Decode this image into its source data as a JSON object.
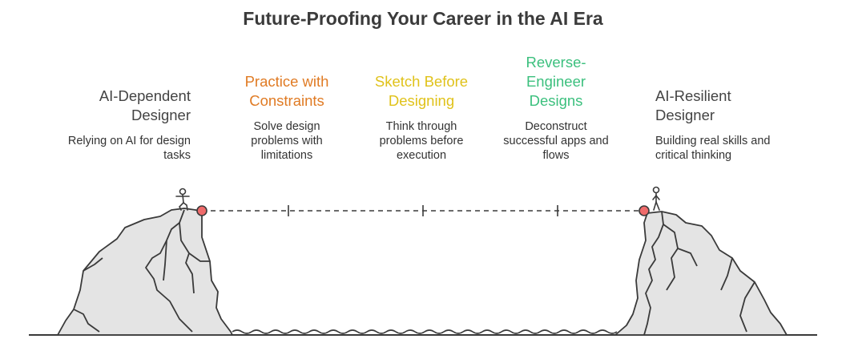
{
  "title": "Future-Proofing Your Career in the AI Era",
  "start": {
    "title": "AI-Dependent\nDesigner",
    "description": "Relying on AI for design\ntasks"
  },
  "end": {
    "title": "AI-Resilient\nDesigner",
    "description": "Building real skills and\ncritical thinking"
  },
  "steps": [
    {
      "title": "Practice with\nConstraints",
      "description": "Solve design\nproblems with\nlimitations",
      "color": "#e07b24"
    },
    {
      "title": "Sketch Before\nDesigning",
      "description": "Think through\nproblems before\nexecution",
      "color": "#e0c21a"
    },
    {
      "title": "Reverse-\nEngineer\nDesigns",
      "description": "Deconstruct\nsuccessful apps and\nflows",
      "color": "#3cc07e"
    }
  ],
  "colors": {
    "marker": "#ef6b6b",
    "cliff_fill": "#e4e4e4",
    "stroke": "#3a3a3a"
  }
}
